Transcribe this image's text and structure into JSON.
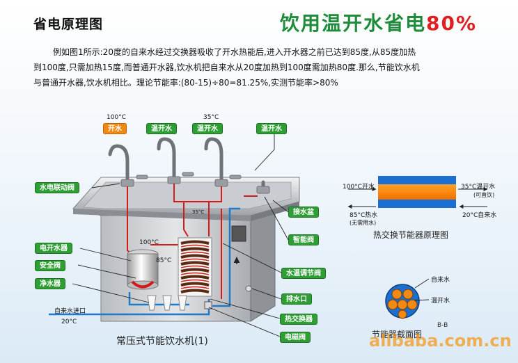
{
  "page_title": "省电原理图",
  "headline": {
    "text": "饮用温开水省电",
    "percent": "80%"
  },
  "intro": {
    "line1": "例如图1所示:20度的自来水经过交换器吸收了开水热能后,进入开水器之前已达到85度,从85度加热",
    "line2": "到100度,只需加热15度,而普通开水器,饮水机把自来水从20度加热到100度需加热80度.那么,节能饮水机",
    "line3": "与普通开水器,饮水机相比。理论节能率:(80-15)÷80=81.25%,实测节能率>80%"
  },
  "top_tags": {
    "boiling": "开水",
    "warm1": "温开水",
    "warm2": "温开水",
    "warm3": "温开水"
  },
  "top_temps": {
    "t100": "100°C",
    "t35": "35°C"
  },
  "left_labels": {
    "valve": "水电联动阀",
    "boiler": "电开水器",
    "safety": "安全阀",
    "purifier": "净水器"
  },
  "right_labels": {
    "basin": "接水盆",
    "smart_valve": "智能阀",
    "temp_valve": "水温调节阀",
    "drain": "排水口",
    "exchanger": "热交换器",
    "solenoid": "电磁阀"
  },
  "inner_temps": {
    "t100": "100°C",
    "t85": "85°C",
    "t35": "35°C",
    "inlet_label": "自来水进口",
    "inlet_temp": "20°C"
  },
  "machine_caption": "常压式节能饮水机(1)",
  "exchanger_diagram": {
    "left_top": "100°C开水",
    "right_top": "35°C温开水",
    "right_top_sub": "(可直饮)",
    "left_bottom": "85°C热水",
    "left_bottom_sub": "(无需用水)",
    "right_bottom": "20°C自来水",
    "caption": "热交换节能器原理图"
  },
  "cross_section": {
    "label_tap": "自来水",
    "label_warm": "温开水",
    "bb": "B-B",
    "caption": "节能器截面图"
  },
  "watermark": "alibaba.com.cn",
  "colors": {
    "green": "#2f9f35",
    "orange": "#f08a14",
    "hot": "#d41a1a",
    "cold": "#1f78c8",
    "headline": "#1e8c3a"
  }
}
